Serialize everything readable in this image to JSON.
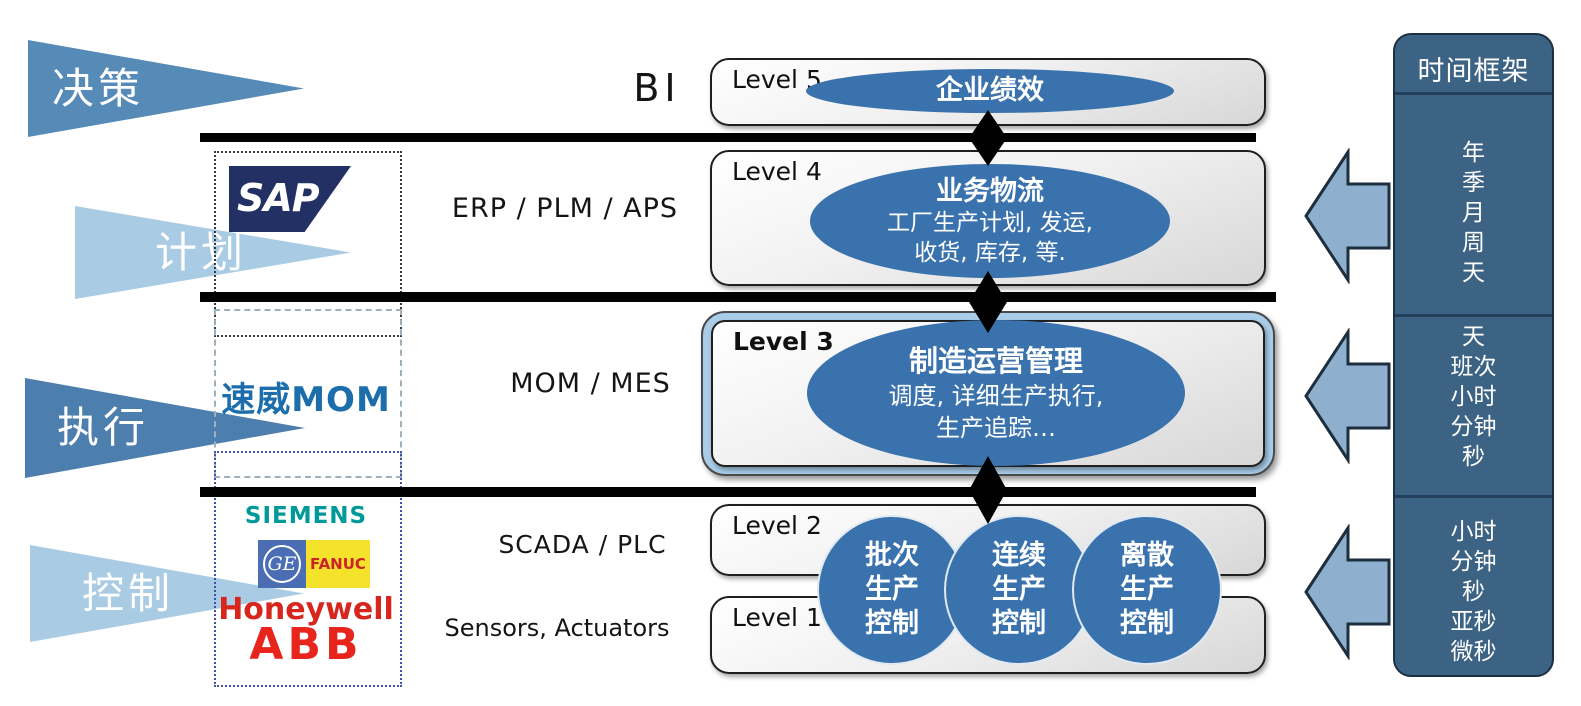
{
  "stage_arrows": [
    {
      "label": "决策"
    },
    {
      "label": "计划"
    },
    {
      "label": "执行"
    },
    {
      "label": "控制"
    }
  ],
  "logos": {
    "sap": "SAP",
    "mom": "速威MOM",
    "siemens": "SIEMENS",
    "ge": "GE",
    "fanuc": "FANUC",
    "honeywell": "Honeywell",
    "abb": "ABB"
  },
  "system_labels": {
    "bi": "BI",
    "l4": "ERP / PLM / APS",
    "l3": "MOM / MES",
    "l2": "SCADA / PLC",
    "l1": "Sensors, Actuators"
  },
  "levels": {
    "l5": {
      "label": "Level 5",
      "title": "企业绩效"
    },
    "l4": {
      "label": "Level 4",
      "title": "业务物流",
      "line1": "工厂生产计划, 发运,",
      "line2": "收货, 库存, 等."
    },
    "l3": {
      "label": "Level 3",
      "title": "制造运营管理",
      "line1": "调度, 详细生产执行,",
      "line2": "生产追踪…"
    },
    "l2": {
      "label": "Level 2"
    },
    "l1": {
      "label": "Level 1"
    }
  },
  "control_circles": [
    {
      "line1": "批次",
      "line2": "生产",
      "line3": "控制"
    },
    {
      "line1": "连续",
      "line2": "生产",
      "line3": "控制"
    },
    {
      "line1": "离散",
      "line2": "生产",
      "line3": "控制"
    }
  ],
  "timeframe": {
    "title": "时间框架",
    "sections": [
      {
        "units": [
          "年",
          "季",
          "月",
          "周",
          "天"
        ]
      },
      {
        "units": [
          "天",
          "班次",
          "小时",
          "分钟",
          "秒"
        ]
      },
      {
        "units": [
          "小时",
          "分钟",
          "秒",
          "亚秒",
          "微秒"
        ]
      }
    ]
  },
  "colors": {
    "ellipse_blue": "#3a72ad",
    "panel_blue": "#3d6384",
    "level3_highlight": "#a9cde9",
    "stage_arrow_dark": "#568bb8",
    "stage_arrow_light": "#a9cce4",
    "block_arrow_fill": "#8fafce",
    "connector_black": "#000000",
    "sap_navy": "#233064",
    "mom_blue": "#1b6dab",
    "siemens_teal": "#009999",
    "ge_blue": "#4a6db4",
    "fanuc_yellow": "#f5e32b",
    "fanuc_red": "#cc2229",
    "honeywell_red": "#d6261e",
    "abb_red": "#e8251c"
  }
}
